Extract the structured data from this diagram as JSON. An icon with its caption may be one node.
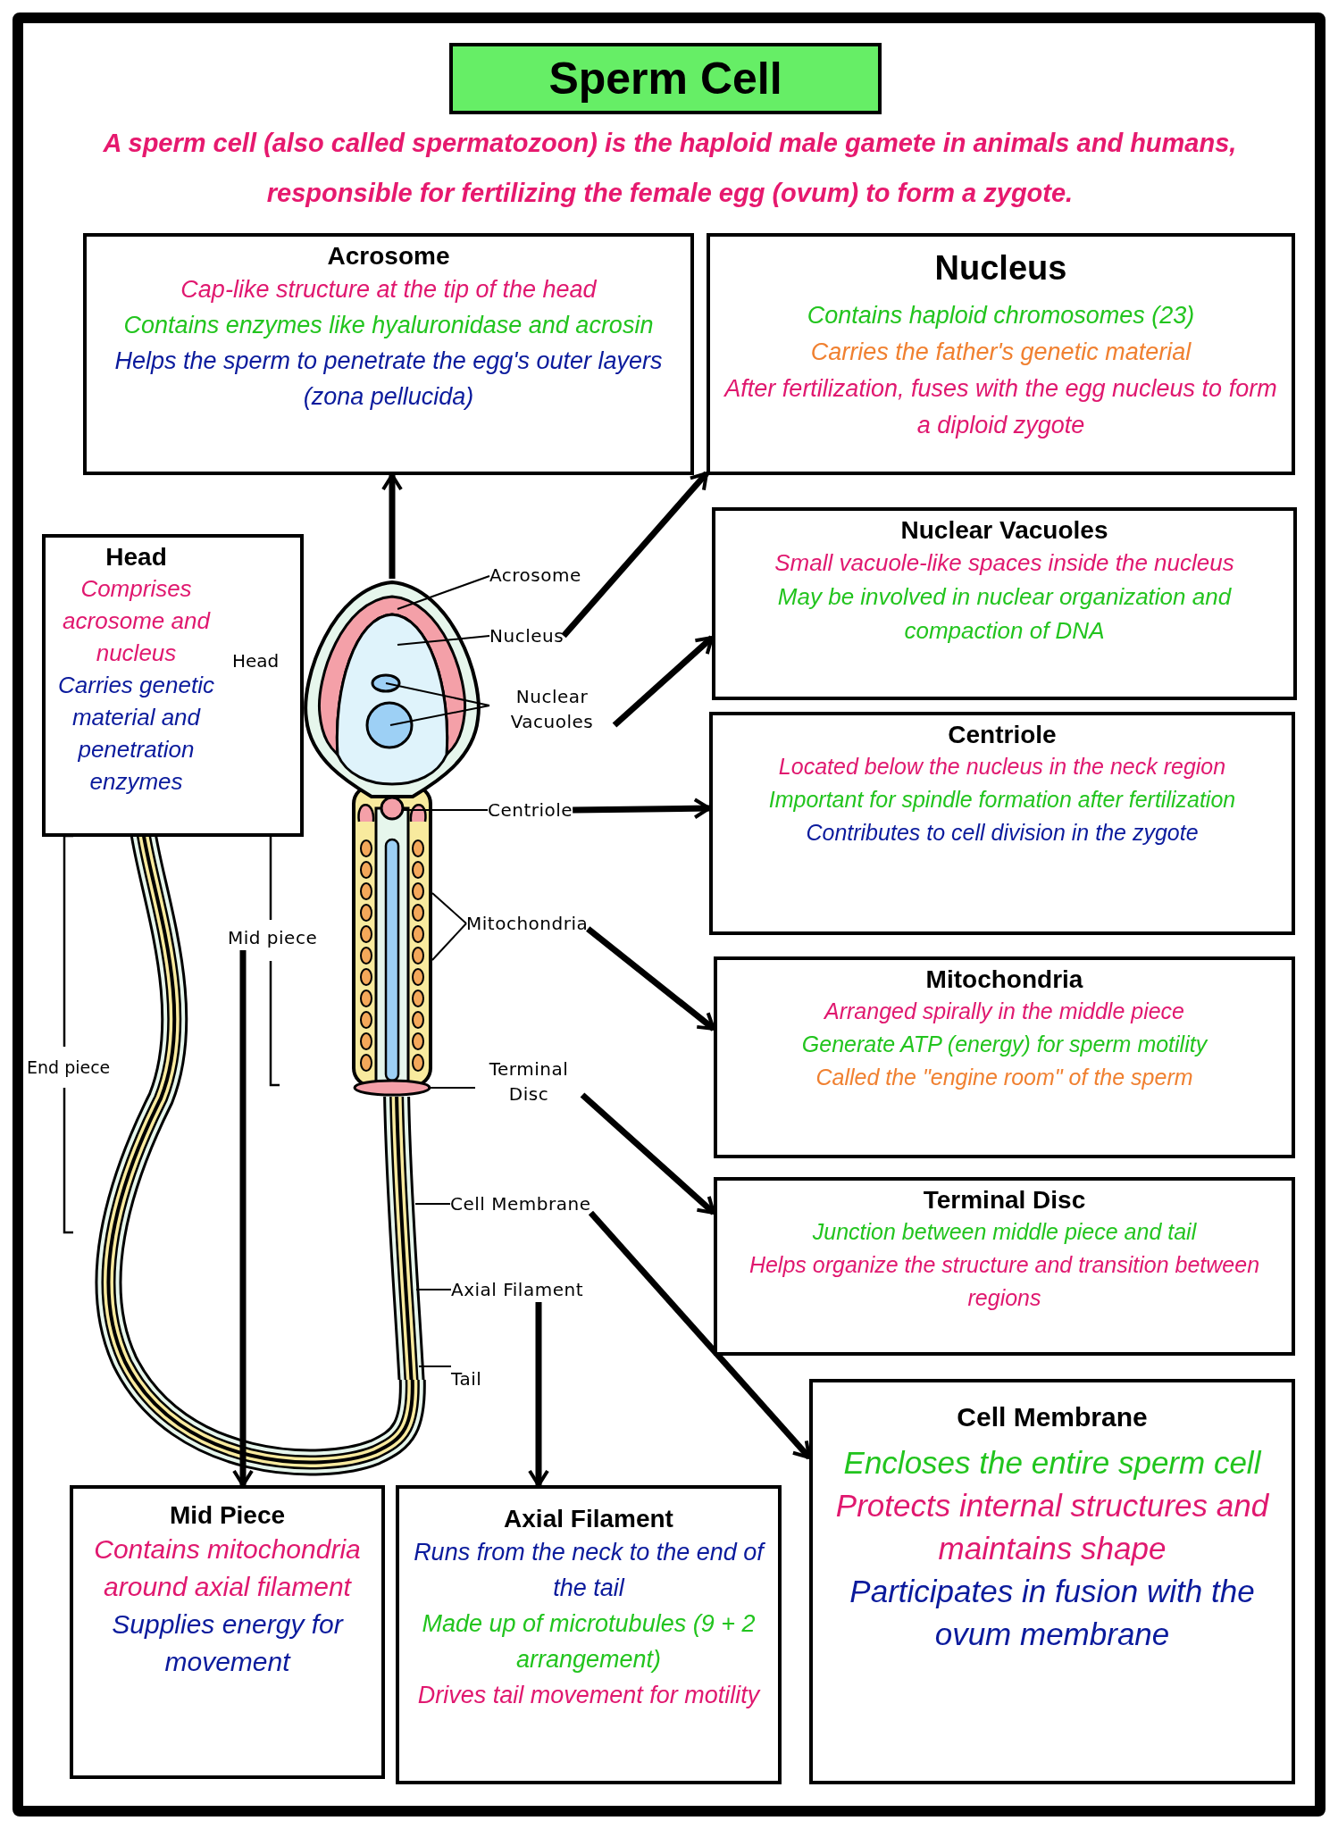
{
  "diagram": {
    "title": "Sperm Cell",
    "nodes": [
      {
        "text": [
          "Acrosome",
          "Cap-like structure at the tip of the head",
          "Contains enzymes like hyaluronidase and acrosin",
          "Helps the sperm to penetrate the egg's outer layers (zona pellucida)"
        ]
      },
      {
        "text": [
          "Nucleus",
          "Contains haploid chromosomes (23)",
          "Carries the father's genetic material",
          "After fertilization, fuses with the egg nucleus to form a diploid zygote"
        ]
      },
      {
        "text": [
          "Head",
          "Comprises acrosome and nucleus",
          "Carries genetic material and penetration enzymes"
        ]
      },
      {
        "text": [
          "Nuclear Vacuoles",
          "Small vacuole-like spaces inside the nucleus",
          "May be involved in nuclear organization and compaction of DNA"
        ]
      },
      {
        "text": [
          "Centriole",
          "Located below the nucleus in the neck region",
          "Important for spindle formation after fertilization",
          "Contributes to cell division in the zygote"
        ]
      },
      {
        "text": [
          "Mitochondria",
          "Arranged spirally in the middle piece",
          "Generate ATP (energy) for sperm motility",
          "Called the \"engine room\" of the sperm"
        ]
      },
      {
        "text": [
          "Terminal Disc",
          "Junction between middle piece and tail",
          "Helps organize the structure and transition between regions"
        ]
      },
      {
        "text": [
          "Cell Membrane",
          "Encloses the entire sperm cell",
          "Protects internal structures and maintains shape",
          "Participates in fusion with the ovum membrane"
        ]
      },
      {
        "text": [
          "Mid Piece",
          "Contains mitochondria around axial filament",
          "Supplies energy for movement"
        ]
      },
      {
        "text": [
          "Axial Filament",
          "Runs from the neck to the end of the tail",
          "Made up of microtubules (9 + 2 arrangement)",
          "Drives tail movement for motility"
        ]
      },
      {
        "text": [],
        "shape": "picture"
      },
      {
        "text": [
          "Acrosome"
        ]
      },
      {
        "text": [
          "Nucleus"
        ]
      },
      {
        "text": [
          "Nuclear Vacuoles"
        ]
      },
      {
        "text": [
          "Centriole"
        ]
      },
      {
        "text": [
          "Mitochondria"
        ]
      },
      {
        "text": [
          "Terminal Disc"
        ]
      },
      {
        "text": [
          "Cell Membrane"
        ]
      },
      {
        "text": [
          "Axial Filament"
        ]
      },
      {
        "text": [
          "Tail"
        ]
      },
      {
        "text": [
          "Mid piece"
        ]
      },
      {
        "text": [],
        "shape": "picture"
      }
    ],
    "edges": [
      {
        "from": 10,
        "to": 0,
        "arrow": "to",
        "style": "thick"
      },
      {
        "from": 12,
        "to": 1,
        "arrow": "to",
        "style": "thick"
      },
      {
        "from": 13,
        "to": 3,
        "arrow": "to",
        "style": "thick"
      },
      {
        "from": 14,
        "to": 4,
        "arrow": "to",
        "style": "thick"
      },
      {
        "from": 15,
        "to": 5,
        "arrow": "to",
        "style": "thick"
      },
      {
        "from": 16,
        "to": 6,
        "arrow": "to",
        "style": "thick"
      },
      {
        "from": 17,
        "to": 7,
        "arrow": "to",
        "style": "thick"
      },
      {
        "from": 18,
        "to": 9,
        "arrow": "to",
        "style": "thick"
      },
      {
        "from": 20,
        "to": 8,
        "arrow": "to",
        "style": "thick"
      },
      {
        "from": 11,
        "to": 10,
        "arrow": "none"
      },
      {
        "from": 12,
        "to": 10,
        "arrow": "none"
      },
      {
        "from": 13,
        "to": 10,
        "arrow": "none"
      },
      {
        "from": 13,
        "to": 10,
        "arrow": "none"
      },
      {
        "from": 14,
        "to": 10,
        "arrow": "none"
      },
      {
        "from": 15,
        "to": 10,
        "arrow": "none"
      },
      {
        "from": 15,
        "to": 10,
        "arrow": "none"
      },
      {
        "from": 16,
        "to": 10,
        "arrow": "none"
      },
      {
        "from": 17,
        "to": 21,
        "arrow": "none"
      },
      {
        "from": 18,
        "to": 21,
        "arrow": "none"
      },
      {
        "from": 19,
        "to": 21,
        "arrow": "none"
      }
    ],
    "labels": [
      "A sperm cell (also called spermatozoon) is the haploid male gamete in animals and humans, responsible for fertilizing the female egg (ovum) to form a zygote.",
      "Head",
      "End piece"
    ]
  }
}
